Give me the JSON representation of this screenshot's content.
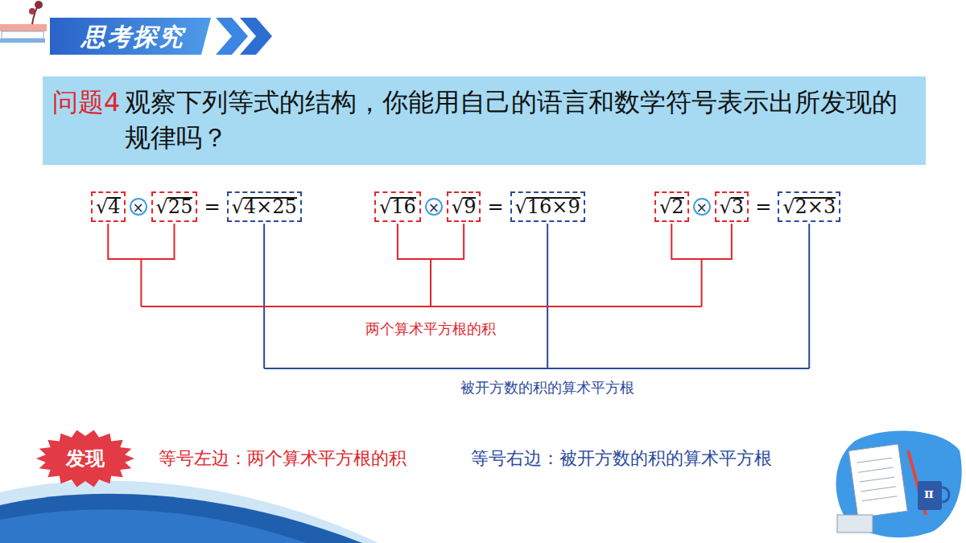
{
  "diagram": {
    "nodes": [
      {
        "text": [
          "思考探究"
        ]
      },
      {
        "text": [
          "问题4",
          "观察下列等式的结构，你能用自己的语言和数学符号表示出所发现的规律吗？"
        ]
      },
      {
        "text": [
          "√4"
        ]
      },
      {
        "text": [
          "×"
        ]
      },
      {
        "text": [
          "√25"
        ]
      },
      {
        "text": [
          "√4×25"
        ]
      },
      {
        "text": [
          "√16"
        ]
      },
      {
        "text": [
          "×"
        ]
      },
      {
        "text": [
          "√9"
        ]
      },
      {
        "text": [
          "√16×9"
        ]
      },
      {
        "text": [
          "√2"
        ]
      },
      {
        "text": [
          "×"
        ]
      },
      {
        "text": [
          "√3"
        ]
      },
      {
        "text": [
          "√2×3"
        ]
      },
      {
        "text": [
          "发现"
        ]
      }
    ],
    "labels": [
      "=",
      "=",
      "=",
      "两个算术平方根的积",
      "被开方数的积的算术平方根",
      "等号左边：两个算术平方根的积",
      "等号右边：被开方数的积的算术平方根",
      "π"
    ]
  }
}
